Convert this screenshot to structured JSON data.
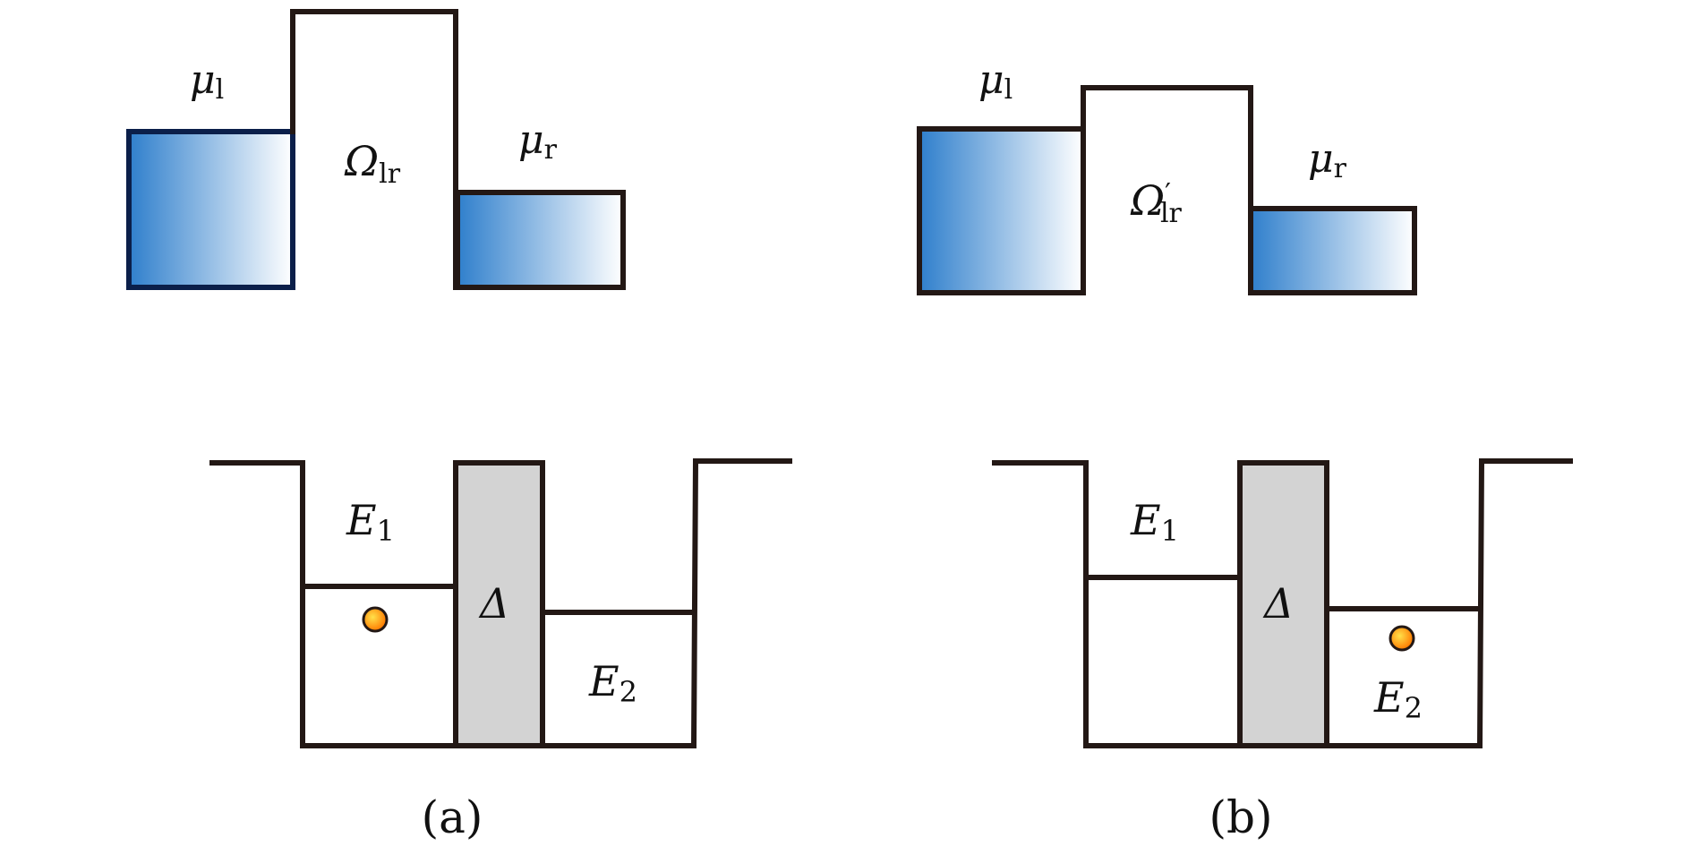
{
  "panel_a": {
    "caption": "(a)",
    "mu_left": {
      "symbol": "μ",
      "sub": "l"
    },
    "mu_right": {
      "symbol": "μ",
      "sub": "r"
    },
    "omega": {
      "symbol": "Ω",
      "sub": "lr"
    },
    "e1": {
      "symbol": "E",
      "sub": "1"
    },
    "e2": {
      "symbol": "E",
      "sub": "2"
    },
    "delta": "Δ",
    "electron_location": "left dot"
  },
  "panel_b": {
    "caption": "(b)",
    "mu_left": {
      "symbol": "μ",
      "sub": "l"
    },
    "mu_right": {
      "symbol": "μ",
      "sub": "r"
    },
    "omega": {
      "symbol": "Ω",
      "prime": "′",
      "sub": "lr"
    },
    "e1": {
      "symbol": "E",
      "sub": "1"
    },
    "e2": {
      "symbol": "E",
      "sub": "2"
    },
    "delta": "Δ",
    "electron_location": "right dot"
  },
  "colors": {
    "outline": "#231815",
    "reservoir_gradient_start": "#2f7fcc",
    "reservoir_gradient_end": "#ffffff",
    "barrier_fill": "#d3d3d3",
    "electron_core": "#ffd21a",
    "electron_edge": "#ff7a00"
  }
}
